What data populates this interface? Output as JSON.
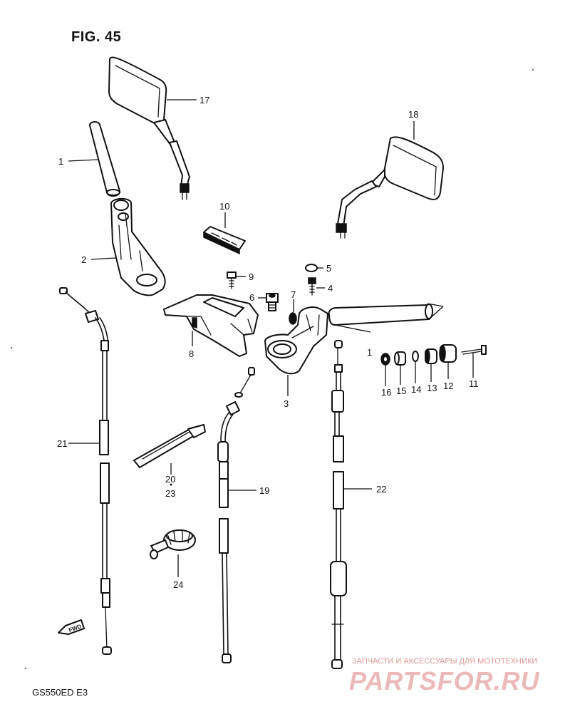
{
  "figure": {
    "title": "FIG. 45",
    "model_code": "GS550ED  E3"
  },
  "callouts": {
    "c1a": "1",
    "c1b": "1",
    "c2": "2",
    "c3": "3",
    "c4": "4",
    "c5": "5",
    "c6": "6",
    "c7": "7",
    "c8": "8",
    "c9": "9",
    "c10": "10",
    "c11": "11",
    "c12": "12",
    "c13": "13",
    "c14": "14",
    "c15": "15",
    "c16": "16",
    "c17": "17",
    "c18": "18",
    "c19": "19",
    "c20": "20",
    "c21": "21",
    "c22": "22",
    "c23": "23",
    "c24": "24"
  },
  "fwd_mark": "FWD",
  "watermark": {
    "tagline": "ЗАПЧАСТИ И АКСЕССУАРЫ ДЛЯ МОТОТЕХНИКИ",
    "logo": "PARTSFOR.RU"
  }
}
